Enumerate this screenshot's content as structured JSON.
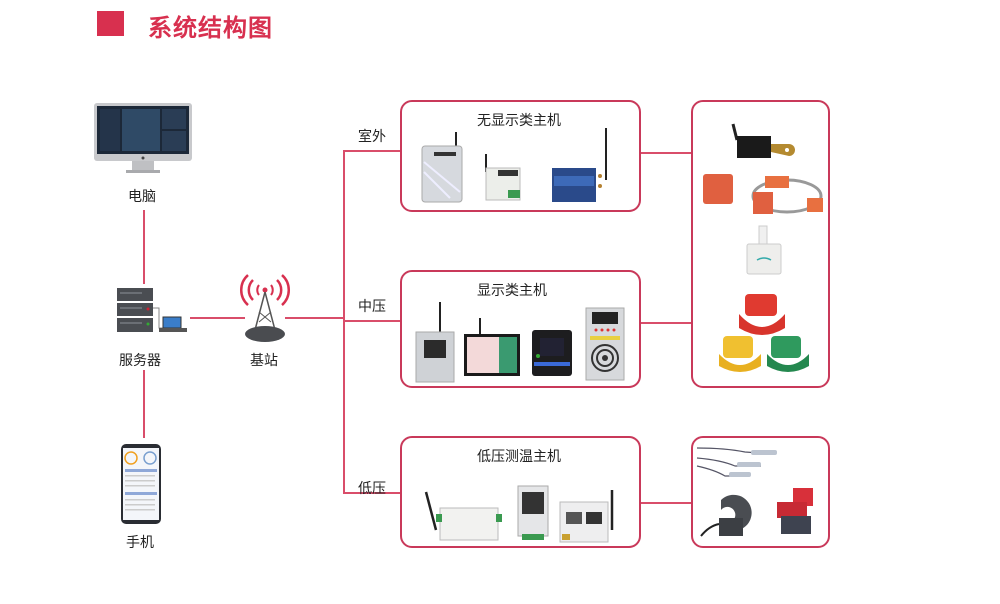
{
  "header": {
    "title": "系统结构图",
    "accent_color": "#d8304f"
  },
  "nodes": {
    "computer": {
      "label": "电脑",
      "icon": "desktop-monitor-icon"
    },
    "server": {
      "label": "服务器",
      "icon": "server-rack-icon"
    },
    "phone": {
      "label": "手机",
      "icon": "smartphone-icon"
    },
    "base_station": {
      "label": "基站",
      "icon": "radio-tower-icon"
    }
  },
  "branches": [
    {
      "label": "室外",
      "box_title": "无显示类主机",
      "devices": [
        "outdoor-gateway",
        "din-rail-module",
        "wireless-router"
      ]
    },
    {
      "label": "中压",
      "box_title": "显示类主机",
      "devices": [
        "panel-display",
        "touchscreen-display",
        "meter-display",
        "dehumidifier-unit"
      ]
    },
    {
      "label": "低压",
      "box_title": "低压测温主机",
      "devices": [
        "wireless-box",
        "din-rail-collector",
        "din-meter-with-antenna"
      ]
    }
  ],
  "sensor_groups": [
    {
      "devices": [
        "busbar-wireless-sensor",
        "clamp-band-sensor",
        "wall-sensor",
        "red-clip-sensor",
        "yellow-clip-sensor",
        "green-clip-sensor"
      ]
    },
    {
      "devices": [
        "probe-wire-sensors",
        "split-core-ct",
        "red-clamp-sensor"
      ]
    }
  ],
  "colors": {
    "line": "#d94d6a",
    "border": "#c9395a"
  }
}
